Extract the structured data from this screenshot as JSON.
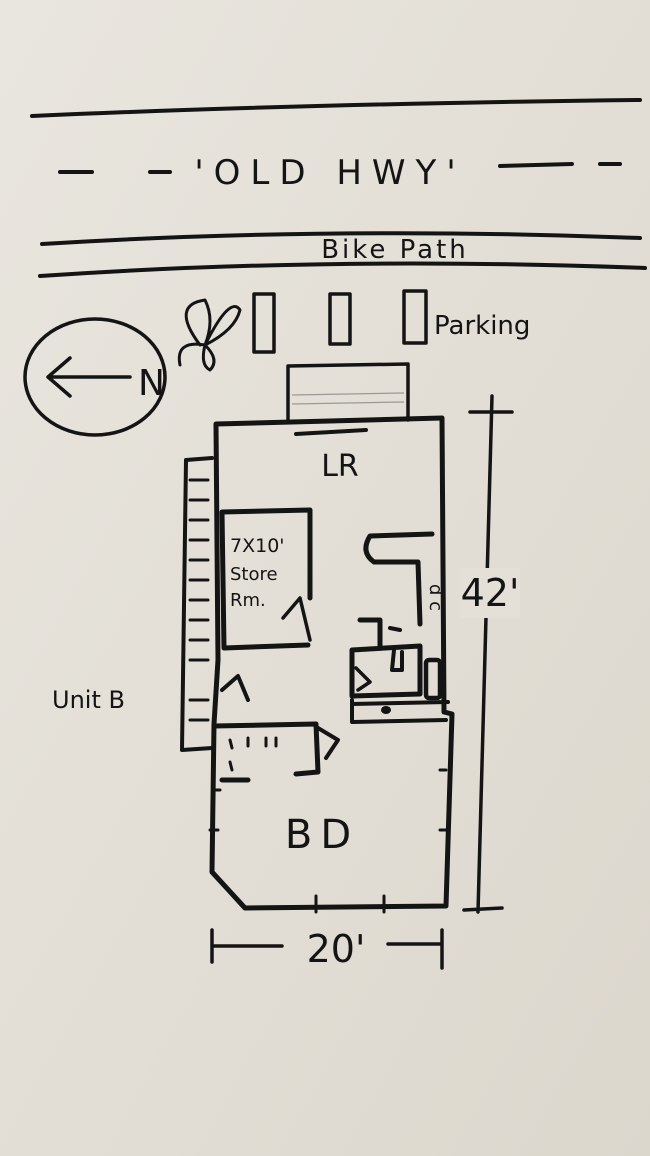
{
  "road": {
    "label": "'OLD HWY'"
  },
  "bike_path": {
    "label": "Bike Path"
  },
  "parking": {
    "label": "Parking"
  },
  "compass": {
    "label": "N"
  },
  "rooms": {
    "living_room": "LR",
    "store_room_size": "7X10'",
    "store_room_line1": "Store",
    "store_room_line2": "Rm.",
    "laundry": "d c",
    "bedroom": "BD"
  },
  "unit": {
    "label": "Unit B"
  },
  "dimensions": {
    "length": "42'",
    "width": "20'"
  },
  "colors": {
    "paper": "#e6e2da",
    "ink": "#141414"
  }
}
